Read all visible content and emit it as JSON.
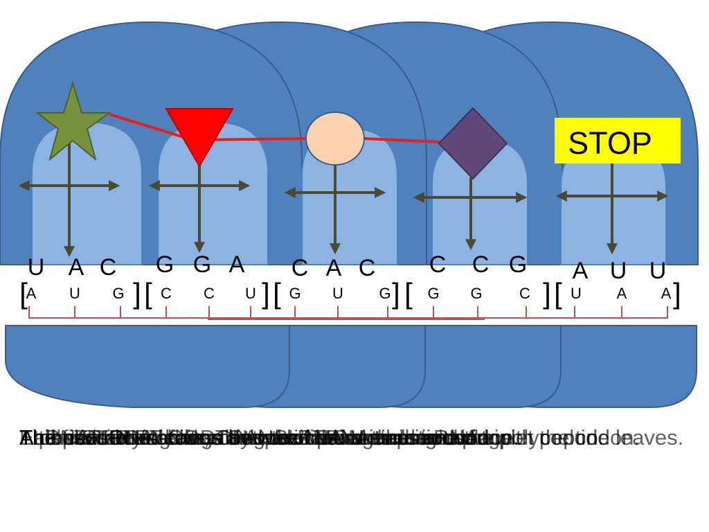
{
  "colors": {
    "ribosome_outer": "#4F81BD",
    "ribosome_inner": "#8DB3E2",
    "ribosome_edge": "#385D8A",
    "cross_arrow": "#4A4A32",
    "peptide_bond": "#E8201A",
    "bracket_line": "#C0504D",
    "star": "#76923C",
    "triangle": "#FF0000",
    "circle": "#FBD1B0",
    "diamond": "#5F497A",
    "stop_box": "#FFFF00"
  },
  "shapes": [
    "star",
    "triangle",
    "circle",
    "diamond"
  ],
  "stop_label": "STOP",
  "anticodons": [
    [
      "U",
      "A",
      "C"
    ],
    [
      "G",
      "G",
      "A"
    ],
    [
      "C",
      "A",
      "C"
    ],
    [
      "C",
      "C",
      "G"
    ],
    [
      "A",
      "U",
      "U"
    ]
  ],
  "codons": [
    [
      "A",
      "U",
      "G"
    ],
    [
      "C",
      "C",
      "U"
    ],
    [
      "G",
      "U",
      "G"
    ],
    [
      "G",
      "G",
      "C"
    ],
    [
      "U",
      "A",
      "A"
    ]
  ],
  "captions": [
    "A ribosome attaches to the mRNA at the start codon.",
    "A tRNA carrying an amino acid pairs its anticodon with the codon.",
    "The next tRNA brings the next amino acid into place.",
    "A peptide bond forms between the amino acids.",
    "The ribosome shifts along the mRNA to the next triplet codon.",
    "The first tRNA leaves and the chain keeps growing.",
    "This continues codon by codon along the mRNA.",
    "At the STOP codon, TRANSLATION ends and the polypeptide leaves.",
    "Each TRIPLET CODON specifies one amino acid."
  ]
}
